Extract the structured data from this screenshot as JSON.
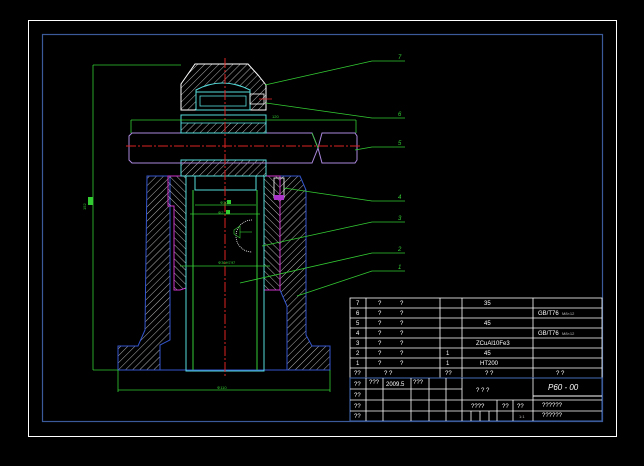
{
  "drawing": {
    "title": "P60 - 00",
    "scale_note": "1:1",
    "background": "#000000",
    "colors": {
      "outer_frame": "#ffffff",
      "inner_frame": "#3a5a9a",
      "outline_cyan": "#55dddd",
      "outline_blue": "#3355cc",
      "outline_magenta": "#cc33cc",
      "outline_purple": "#aa88dd",
      "center_line": "#dd2222",
      "dimension": "#33cc33",
      "hatch": "#ffffff"
    }
  },
  "leaders": [
    {
      "number": "7"
    },
    {
      "number": "6"
    },
    {
      "number": "5"
    },
    {
      "number": "4"
    },
    {
      "number": "3"
    },
    {
      "number": "2"
    },
    {
      "number": "1"
    }
  ],
  "dimensions": {
    "overall_height": "152",
    "rod_length": "120",
    "base_diameter": "Φ110",
    "bore_diameter": "Φ30H7/f7",
    "bore_label": "Φ30",
    "bore_label2": "Φ2"
  },
  "bom": {
    "rows": [
      {
        "no": "7",
        "name_a": "?",
        "name_b": "?",
        "qty": "",
        "material": "35",
        "note": ""
      },
      {
        "no": "6",
        "name_a": "?",
        "name_b": "?",
        "qty": "",
        "material": "",
        "note": "GB/T76"
      },
      {
        "no": "5",
        "name_a": "?",
        "name_b": "?",
        "qty": "",
        "material": "45",
        "note": ""
      },
      {
        "no": "4",
        "name_a": "?",
        "name_b": "?",
        "qty": "",
        "material": "",
        "note": "GB/T76"
      },
      {
        "no": "3",
        "name_a": "?",
        "name_b": "?",
        "qty": "",
        "material": "ZCuAl10Fe3",
        "note": ""
      },
      {
        "no": "2",
        "name_a": "?",
        "name_b": "?",
        "qty": "1",
        "material": "45",
        "note": ""
      },
      {
        "no": "1",
        "name_a": "?",
        "name_b": "?",
        "qty": "1",
        "material": "HT200",
        "note": ""
      }
    ],
    "header": {
      "no": "??",
      "name": "?   ?",
      "qty": "??",
      "material": "?   ?",
      "note": "?   ?"
    },
    "note_suffix": "M8×12"
  },
  "title_block": {
    "row1_label": "??",
    "row1_b": "???",
    "row1_date": "2009.5",
    "row1_c": "???",
    "row2_label": "??",
    "row3_label": "??",
    "row4_label": "??",
    "center_title": "?  ?  ?",
    "sub_a": "????",
    "sub_b": "??",
    "sub_c": "??",
    "scale": "1:1",
    "drawing_no": "P60 - 00",
    "org_line1": "??????",
    "org_line2": "??????"
  }
}
